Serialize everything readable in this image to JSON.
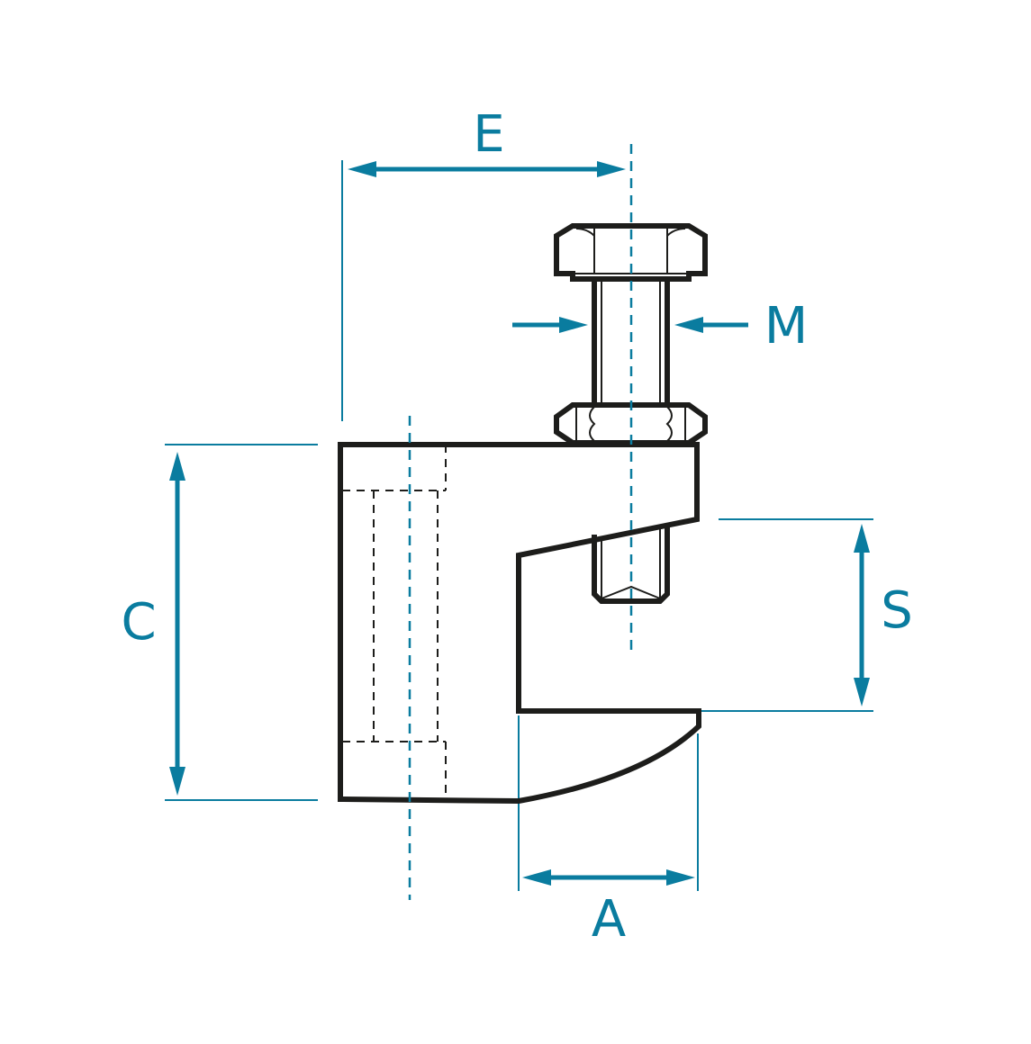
{
  "colors": {
    "outline": "#1d1d1b",
    "dimension": "#0a7c9f",
    "background": "#ffffff"
  },
  "dimensions": {
    "E": "E",
    "M": "M",
    "C": "C",
    "S": "S",
    "A": "A"
  }
}
